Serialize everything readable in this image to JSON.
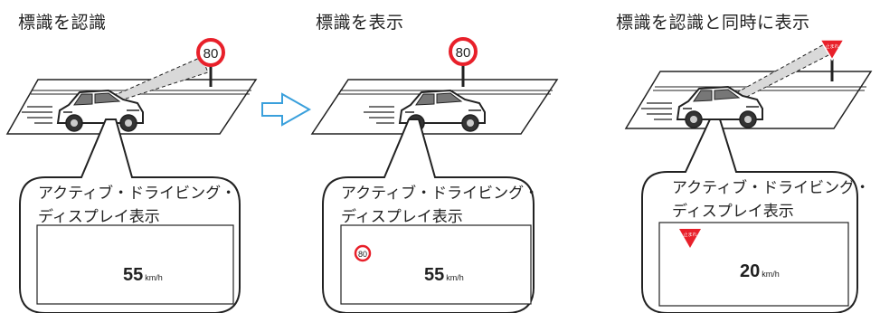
{
  "panels": [
    {
      "title": "標識を認識",
      "sign_text": "80",
      "bubble_line1": "アクティブ・ドライビング・",
      "bubble_line2": "ディスプレイ表示",
      "speed_value": "55",
      "speed_unit": "km/h"
    },
    {
      "title": "標識を表示",
      "sign_text": "80",
      "bubble_line1": "アクティブ・ドライビング・",
      "bubble_line2": "ディスプレイ表示",
      "display_sign_text": "80",
      "speed_value": "55",
      "speed_unit": "km/h"
    },
    {
      "title": "標識を認識と同時に表示",
      "sign_text": "止まれ",
      "bubble_line1": "アクティブ・ドライビング・",
      "bubble_line2": "ディスプレイ表示",
      "display_sign_text": "止まれ",
      "speed_value": "20",
      "speed_unit": "km/h"
    }
  ],
  "colors": {
    "sign_red": "#e8202a",
    "stop_sign_red": "#e8202a",
    "arrow_blue": "#3aa0dc",
    "line": "#222222",
    "beam_fill": "#d9d9d9"
  }
}
